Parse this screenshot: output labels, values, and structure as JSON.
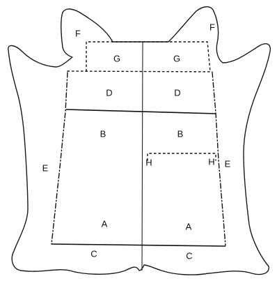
{
  "labels": {
    "F_left": "F",
    "F_right": "F",
    "G_left": "G",
    "G_right": "G",
    "D_left": "D",
    "D_right": "D",
    "B_left": "B",
    "B_right": "B",
    "H_left": "H",
    "H_right": "H",
    "E_left": "E",
    "E_right": "E",
    "A_left": "A",
    "A_right": "A",
    "C_left": "C",
    "C_right": "C"
  }
}
